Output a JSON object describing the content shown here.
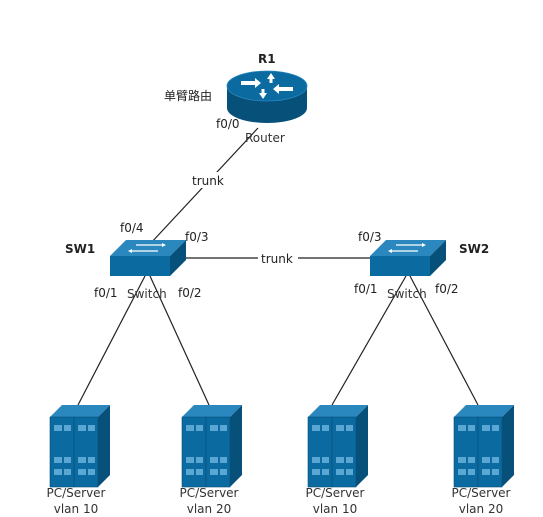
{
  "router": {
    "name": "R1",
    "note": "单臂路由",
    "type_label": "Router",
    "port": "f0/0",
    "color": "#0b6aa0"
  },
  "sw1": {
    "name": "SW1",
    "type_label": "Switch",
    "port_up": "f0/4",
    "port_right": "f0/3",
    "port_down_left": "f0/1",
    "port_down_right": "f0/2"
  },
  "sw2": {
    "name": "SW2",
    "type_label": "Switch",
    "port_left": "f0/3",
    "port_down_left": "f0/1",
    "port_down_right": "f0/2"
  },
  "links": {
    "router_sw1": "trunk",
    "sw1_sw2": "trunk"
  },
  "pcs": [
    {
      "type_label": "PC/Server",
      "vlan": "vlan 10"
    },
    {
      "type_label": "PC/Server",
      "vlan": "vlan 20"
    },
    {
      "type_label": "PC/Server",
      "vlan": "vlan 10"
    },
    {
      "type_label": "PC/Server",
      "vlan": "vlan 20"
    }
  ],
  "colors": {
    "device_blue": "#0b6aa0",
    "device_dark": "#07507a",
    "line": "#222222"
  },
  "icons": [
    "router-icon",
    "switch-icon",
    "server-icon"
  ]
}
